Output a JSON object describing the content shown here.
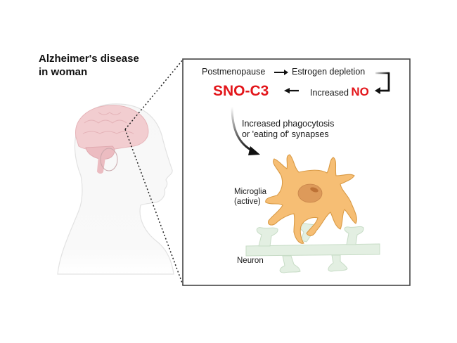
{
  "title": {
    "line1": "Alzheimer's disease",
    "line2": "in woman"
  },
  "pathway": {
    "step1": "Postmenopause",
    "step2": "Estrogen depletion",
    "step3_prefix": "Increased ",
    "step3_highlight": "NO",
    "result": "SNO-C3",
    "effect_line1": "Increased phagocytosis",
    "effect_line2": "or 'eating of' synapses"
  },
  "labels": {
    "microglia_line1": "Microglia",
    "microglia_line2": "(active)",
    "neuron": "Neuron"
  },
  "colors": {
    "accent_red": "#e3161b",
    "microglia": "#f6be74",
    "nucleus": "#dd9a5a",
    "neuron": "#e3efe2",
    "brain": "#f0c9cc"
  }
}
